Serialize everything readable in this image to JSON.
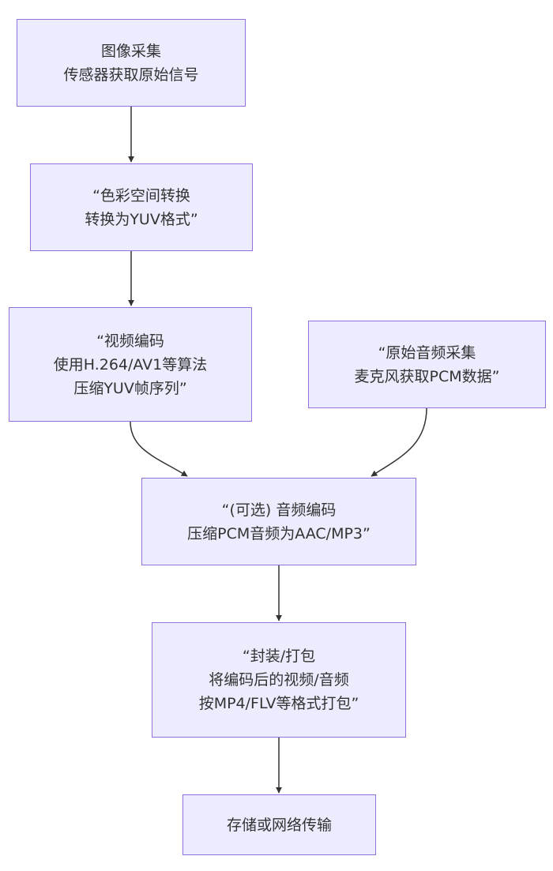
{
  "nodes": {
    "capture": {
      "lines": [
        "图像采集",
        "传感器获取原始信号"
      ]
    },
    "colorspace": {
      "lines": [
        "“色彩空间转换",
        "转换为YUV格式”"
      ]
    },
    "videoenc": {
      "lines": [
        "“视频编码",
        "使用H.264/AV1等算法",
        "压缩YUV帧序列”"
      ]
    },
    "rawaudio": {
      "lines": [
        "“原始音频采集",
        "麦克风获取PCM数据”"
      ]
    },
    "audioenc": {
      "lines": [
        "“(可选) 音频编码",
        "压缩PCM音频为AAC/MP3”"
      ]
    },
    "mux": {
      "lines": [
        "“封装/打包",
        "将编码后的视频/音频",
        "按MP4/FLV等格式打包”"
      ]
    },
    "store": {
      "lines": [
        "存储或网络传输"
      ]
    }
  },
  "edges": [
    {
      "from": "capture",
      "to": "colorspace"
    },
    {
      "from": "colorspace",
      "to": "videoenc"
    },
    {
      "from": "videoenc",
      "to": "audioenc"
    },
    {
      "from": "rawaudio",
      "to": "audioenc"
    },
    {
      "from": "audioenc",
      "to": "mux"
    },
    {
      "from": "mux",
      "to": "store"
    }
  ],
  "colors": {
    "node_fill": "#ECECFF",
    "node_border": "#9370DB",
    "text": "#333333",
    "edge": "#333333"
  }
}
